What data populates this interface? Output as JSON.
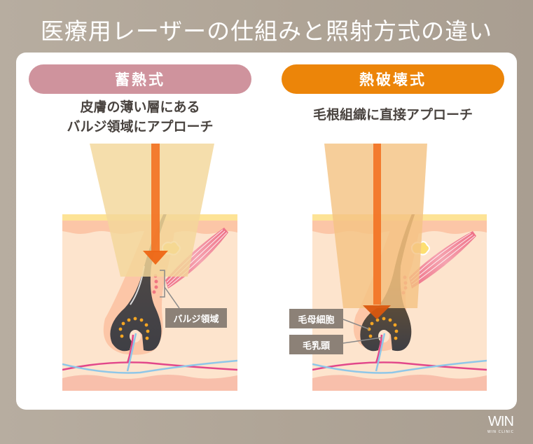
{
  "title": "医療用レーザーの仕組みと照射方式の違い",
  "colors": {
    "background": "#b0a597",
    "card": "#ffffff",
    "left_pill": "#cf939d",
    "right_pill": "#ec8509",
    "beam_left": "#f3d79a",
    "beam_right": "#f4c384",
    "laser_ray": "#f27628",
    "label_box": "#8c8177"
  },
  "left": {
    "method": "蓄熱式",
    "description_line1": "皮膚の薄い層にある",
    "description_line2": "バルジ領域にアプローチ",
    "labels": [
      "バルジ領域"
    ]
  },
  "right": {
    "method": "熱破壊式",
    "description": "毛根組織に直接アプローチ",
    "labels": [
      "毛母細胞",
      "毛乳頭"
    ]
  },
  "logo": {
    "mark": "WIN",
    "name": "WIN CLINIC"
  }
}
